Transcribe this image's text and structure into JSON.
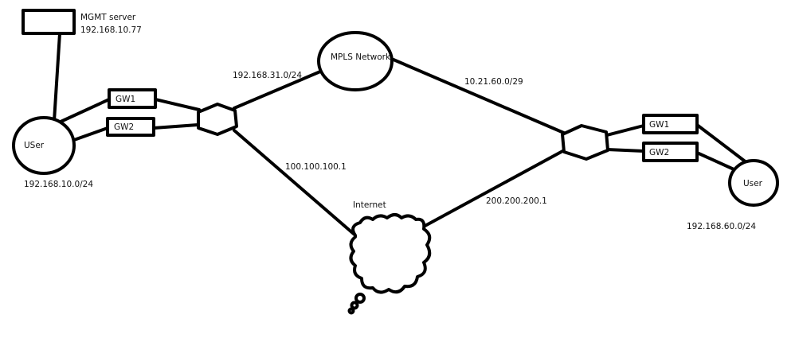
{
  "mgmt": {
    "name": "MGMT server",
    "ip": "192.168.10.77"
  },
  "left_site": {
    "user": "USer",
    "subnet": "192.168.10.0/24",
    "gw1": "GW1",
    "gw2": "GW2"
  },
  "right_site": {
    "user": "User",
    "subnet": "192.168.60.0/24",
    "gw1": "GW1",
    "gw2": "GW2"
  },
  "mpls": {
    "label": "MPLS Network",
    "left_link": "192.168.31.0/24",
    "right_link": "10.21.60.0/29"
  },
  "internet": {
    "label": "Internet",
    "left_link": "100.100.100.1",
    "right_link": "200.200.200.1"
  }
}
